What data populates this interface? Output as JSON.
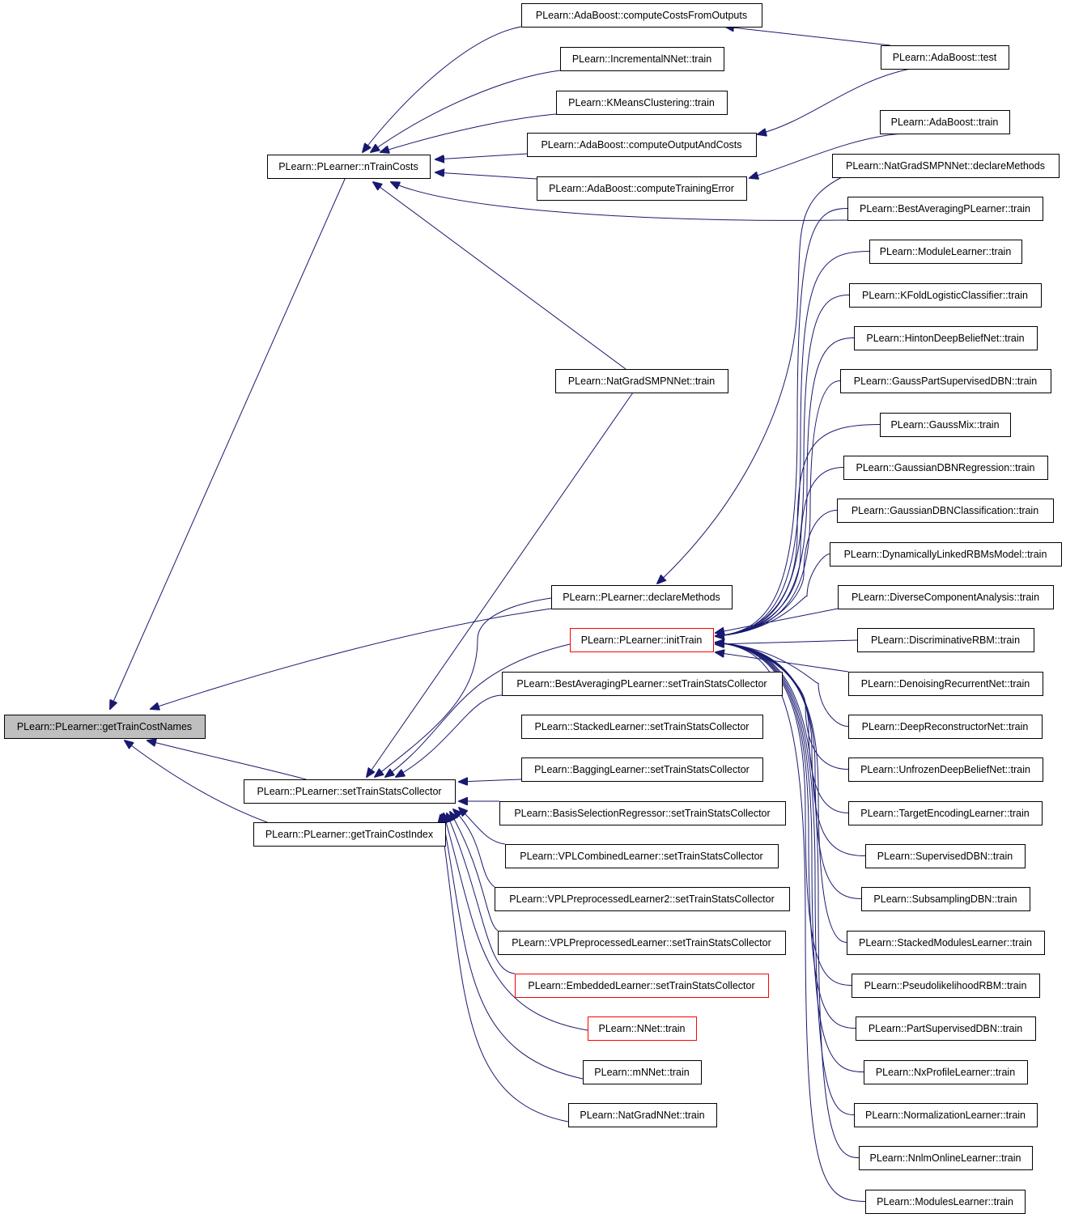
{
  "diagram": {
    "type": "call-graph",
    "edge_color": "#191970",
    "root_fill": "#bfbfbf",
    "truncated_border_color": "#ff0000",
    "nodes": [
      {
        "id": "getTrainCostNames",
        "label": "PLearn::PLearner::getTrainCostNames",
        "style": "root"
      },
      {
        "id": "nTrainCosts",
        "label": "PLearn::PLearner::nTrainCosts"
      },
      {
        "id": "setTrainStatsCollector",
        "label": "PLearn::PLearner::setTrainStatsCollector"
      },
      {
        "id": "getTrainCostIndex",
        "label": "PLearn::PLearner::getTrainCostIndex"
      },
      {
        "id": "declareMethods",
        "label": "PLearn::PLearner::declareMethods"
      },
      {
        "id": "initTrain",
        "label": "PLearn::PLearner::initTrain",
        "style": "red"
      },
      {
        "id": "ab_ccfo",
        "label": "PLearn::AdaBoost::computeCostsFromOutputs"
      },
      {
        "id": "incnnet",
        "label": "PLearn::IncrementalNNet::train"
      },
      {
        "id": "kmeans",
        "label": "PLearn::KMeansClustering::train"
      },
      {
        "id": "ab_coac",
        "label": "PLearn::AdaBoost::computeOutputAndCosts"
      },
      {
        "id": "ab_cte",
        "label": "PLearn::AdaBoost::computeTrainingError"
      },
      {
        "id": "ngsmpn_train",
        "label": "PLearn::NatGradSMPNNet::train"
      },
      {
        "id": "ab_test",
        "label": "PLearn::AdaBoost::test"
      },
      {
        "id": "ab_train",
        "label": "PLearn::AdaBoost::train"
      },
      {
        "id": "ngsmpn_decl",
        "label": "PLearn::NatGradSMPNNet::declareMethods"
      },
      {
        "id": "bap_train",
        "label": "PLearn::BestAveragingPLearner::train"
      },
      {
        "id": "module_train",
        "label": "PLearn::ModuleLearner::train"
      },
      {
        "id": "kfold_train",
        "label": "PLearn::KFoldLogisticClassifier::train"
      },
      {
        "id": "hinton_train",
        "label": "PLearn::HintonDeepBeliefNet::train"
      },
      {
        "id": "gpsdbn_train",
        "label": "PLearn::GaussPartSupervisedDBN::train"
      },
      {
        "id": "gmix_train",
        "label": "PLearn::GaussMix::train"
      },
      {
        "id": "gdbnreg_train",
        "label": "PLearn::GaussianDBNRegression::train"
      },
      {
        "id": "gdbncls_train",
        "label": "PLearn::GaussianDBNClassification::train"
      },
      {
        "id": "dlrbm_train",
        "label": "PLearn::DynamicallyLinkedRBMsModel::train"
      },
      {
        "id": "dca_train",
        "label": "PLearn::DiverseComponentAnalysis::train"
      },
      {
        "id": "drbm_train",
        "label": "PLearn::DiscriminativeRBM::train"
      },
      {
        "id": "drn_train",
        "label": "PLearn::DenoisingRecurrentNet::train"
      },
      {
        "id": "drecon_train",
        "label": "PLearn::DeepReconstructorNet::train"
      },
      {
        "id": "udbn_train",
        "label": "PLearn::UnfrozenDeepBeliefNet::train"
      },
      {
        "id": "tel_train",
        "label": "PLearn::TargetEncodingLearner::train"
      },
      {
        "id": "sdbn_train",
        "label": "PLearn::SupervisedDBN::train"
      },
      {
        "id": "subdbn_train",
        "label": "PLearn::SubsamplingDBN::train"
      },
      {
        "id": "sml_train",
        "label": "PLearn::StackedModulesLearner::train"
      },
      {
        "id": "plrbm_train",
        "label": "PLearn::PseudolikelihoodRBM::train"
      },
      {
        "id": "psdbn_train",
        "label": "PLearn::PartSupervisedDBN::train"
      },
      {
        "id": "nxpl_train",
        "label": "PLearn::NxProfileLearner::train"
      },
      {
        "id": "norm_train",
        "label": "PLearn::NormalizationLearner::train"
      },
      {
        "id": "nnlm_train",
        "label": "PLearn::NnlmOnlineLearner::train"
      },
      {
        "id": "modules_train",
        "label": "PLearn::ModulesLearner::train"
      },
      {
        "id": "bap_stsc",
        "label": "PLearn::BestAveragingPLearner::setTrainStatsCollector"
      },
      {
        "id": "stacked_stsc",
        "label": "PLearn::StackedLearner::setTrainStatsCollector"
      },
      {
        "id": "bagging_stsc",
        "label": "PLearn::BaggingLearner::setTrainStatsCollector"
      },
      {
        "id": "bsr_stsc",
        "label": "PLearn::BasisSelectionRegressor::setTrainStatsCollector"
      },
      {
        "id": "vplc_stsc",
        "label": "PLearn::VPLCombinedLearner::setTrainStatsCollector"
      },
      {
        "id": "vplp2_stsc",
        "label": "PLearn::VPLPreprocessedLearner2::setTrainStatsCollector"
      },
      {
        "id": "vplp_stsc",
        "label": "PLearn::VPLPreprocessedLearner::setTrainStatsCollector"
      },
      {
        "id": "emb_stsc",
        "label": "PLearn::EmbeddedLearner::setTrainStatsCollector",
        "style": "red"
      },
      {
        "id": "nnet_train",
        "label": "PLearn::NNet::train",
        "style": "red"
      },
      {
        "id": "mnnet_train",
        "label": "PLearn::mNNet::train"
      },
      {
        "id": "ngnnet_train",
        "label": "PLearn::NatGradNNet::train"
      }
    ]
  }
}
